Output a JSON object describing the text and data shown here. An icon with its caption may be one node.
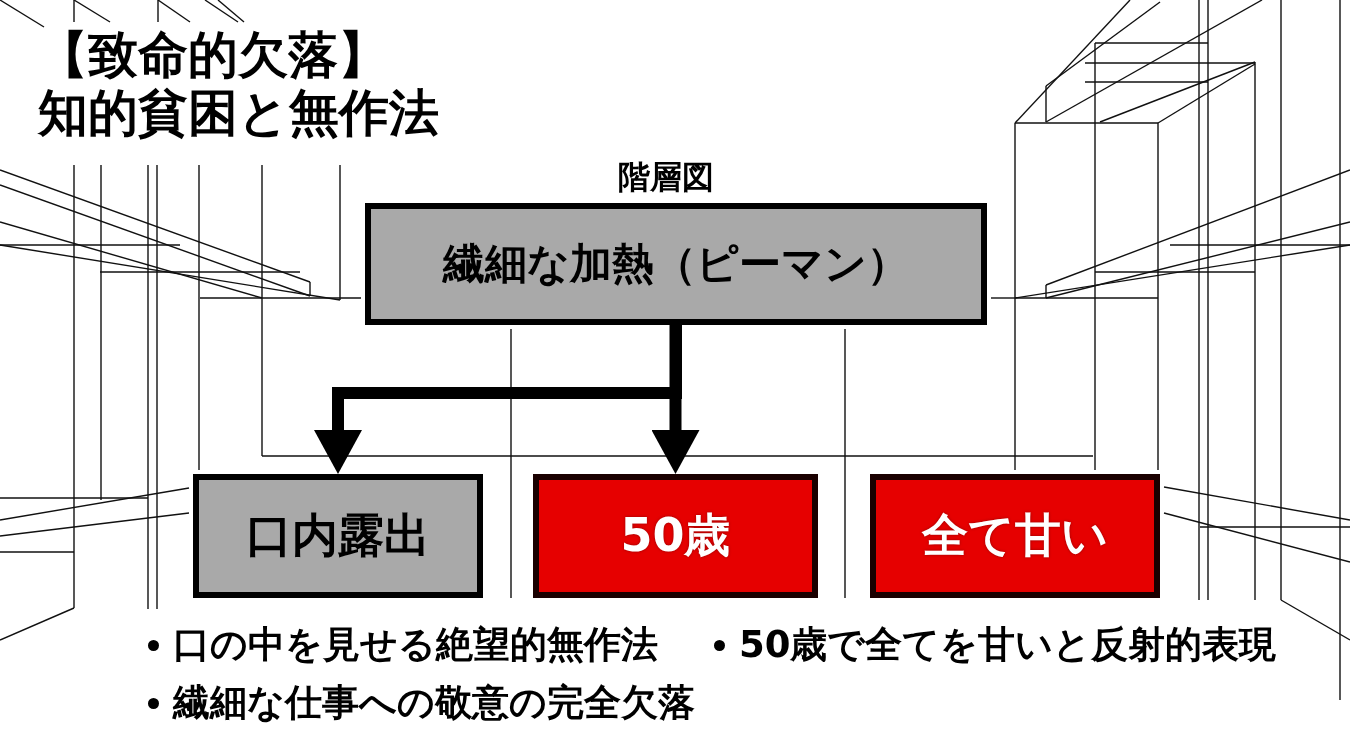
{
  "diagram": {
    "title": "【致命的欠落】知的貧困と無作法",
    "nodes": [
      {
        "text": [
          "繊細な加熱（ピーマン）"
        ]
      },
      {
        "text": [
          "口内露出"
        ]
      },
      {
        "text": [
          "50歳"
        ]
      },
      {
        "text": [
          "全て甘い"
        ]
      }
    ],
    "edges": [
      {
        "from": 0,
        "to": 1,
        "arrow": "to"
      },
      {
        "from": 0,
        "to": 2,
        "arrow": "to"
      }
    ],
    "labels": [
      "階層図",
      "口の中を見せる絶望的無作法",
      "50歳で全てを甘いと反射的表現",
      "繊細な仕事への敬意の完全欠落"
    ]
  }
}
